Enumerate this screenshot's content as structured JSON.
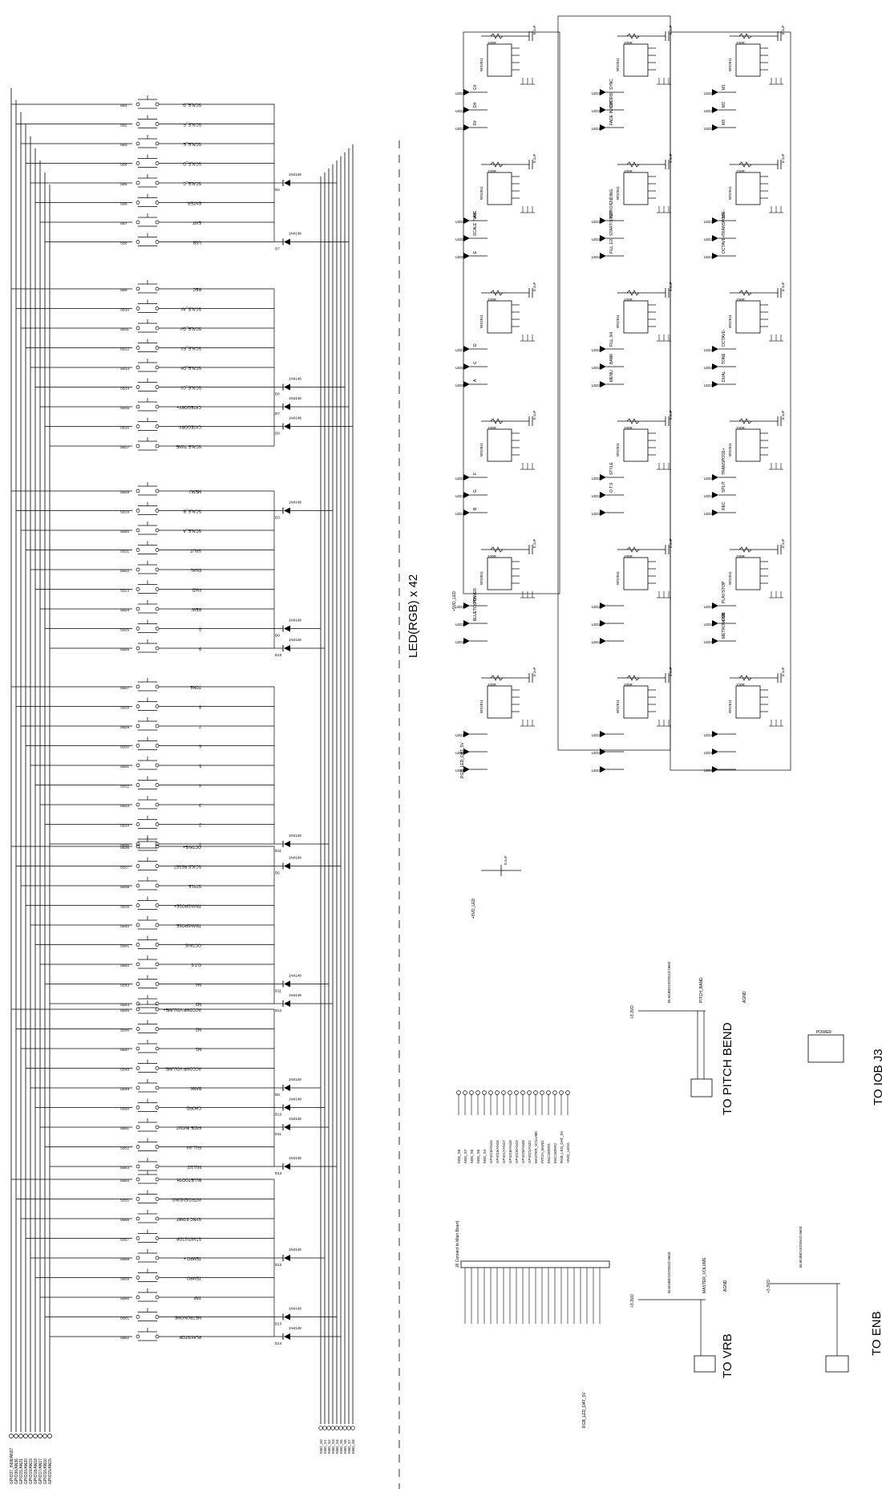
{
  "switch_labels": [
    "SCALE_G",
    "SCALE_F",
    "SCALE_E",
    "SCALE_D",
    "SCALE_C",
    "ENTER",
    "EXIT",
    "USB",
    "REC",
    "SCALE_A#",
    "SCALE_G#",
    "SCALE_F#",
    "SCALE_D#",
    "SCALE_C#",
    "CATEGORY+",
    "CATEGORY-",
    "SCALE TUNE",
    "MENU",
    "SCALE_B",
    "SCALE_A",
    "SPLIT",
    "DUAL",
    "FWD",
    "REW",
    "0",
    "9",
    "TONE",
    "8",
    "7",
    "6",
    "5",
    "4",
    "3",
    "2",
    "1",
    "OCTAVE+",
    "SCALE RESET",
    "STYLE",
    "TRANSPOSE+",
    "TRANSPOSE-",
    "OCTAVE-",
    "O.T.S",
    "M4",
    "M3",
    "ACCOMP VOLUME+",
    "M2",
    "M1",
    "ACCOMP VOLUME-",
    "BANK",
    "CHORD",
    "FADE IN/OUT",
    "FILL 3/4",
    "FILL1/2",
    "BLUETOOTH",
    "INTRO/ENDING",
    "SYNC START",
    "START/STOP",
    "TEMPO +",
    "TEMPO -",
    "TAP",
    "METRONOME",
    "PLAY/STOP"
  ],
  "gpio_bus": [
    "GPIO37_IN08/AN37",
    "GPIO36/AN36",
    "GPIO21/AN21",
    "GPIO20/AN20",
    "GPIO19/AN19",
    "GPIO18/AN18",
    "GPIO17/AN17",
    "GPIO16/AN16",
    "GPIO15/AN15"
  ],
  "kbd_bus": [
    "KBD_S0",
    "KBD_S1",
    "KBD_S2",
    "KBD_S3",
    "KBD_S4",
    "KBD_S5",
    "KBD_S6",
    "KBD_S7",
    "KBD_S8"
  ],
  "diode_part": "1N4148",
  "led_title": "LED(RGB) x 42",
  "led_chip": "WS2811",
  "cap_value": "0.1uF",
  "res_value": "100R",
  "net_5v_led": "+5VD_LED",
  "net_rgb": "RGB_LED_DAT_5V",
  "net_3v3": "+3.3VD",
  "net_agnd": "AGND",
  "led_col1": [
    "C#",
    "D#",
    "F#",
    "A#",
    "SCALE TUNE",
    "E",
    "D",
    "C",
    "A",
    "F",
    "G",
    "B",
    "POWER",
    "BLUETOOTH"
  ],
  "led_col2": [
    "SYNC",
    "CHORD",
    "FADE IN/OUT",
    "INTRO/ENDING",
    "START/STOP",
    "FILL 1/2",
    "FILL 3/4",
    "BANK",
    "MENU",
    "STYLE",
    "O.T.S"
  ],
  "led_col3": [
    "M1",
    "M2",
    "M3",
    "M4",
    "TRANSPOSE-",
    "OCTAVE+",
    "OCTAVE-",
    "TONE",
    "DUAL",
    "TRANSPOSE+",
    "SPLIT",
    "REC",
    "PLAY/STOP",
    "USB",
    "METRONOME"
  ],
  "connectors": {
    "pitch": "TO PITCH BEND",
    "j3": "TO IOB J3",
    "vrb": "TO VRB",
    "enb": "TO ENB",
    "j6_title": "J6 Connect to Main Board",
    "pitch_net": "PITCH_BAND",
    "master_net": "MASTER_VOLUME",
    "ferrite": "BLM18BD102SN1D 0603",
    "power_label": "POWER"
  },
  "tp_nets": [
    "KBD_S8",
    "KBD_S7",
    "KBD_S6",
    "KBD_S5",
    "KBD_S4",
    "GPIO15/AN15",
    "GPIO16/AN16",
    "GPIO17/AN17",
    "GPIO18/AN18",
    "GPIO19/AN19",
    "GPIO20/AN20",
    "GPIO21/AN21",
    "MASTER_VOLUME",
    "PITCH_BAND",
    "ENCODER1",
    "ENCODER2",
    "RGB_LED_DAT_5V",
    "+5VD_LEDA"
  ]
}
